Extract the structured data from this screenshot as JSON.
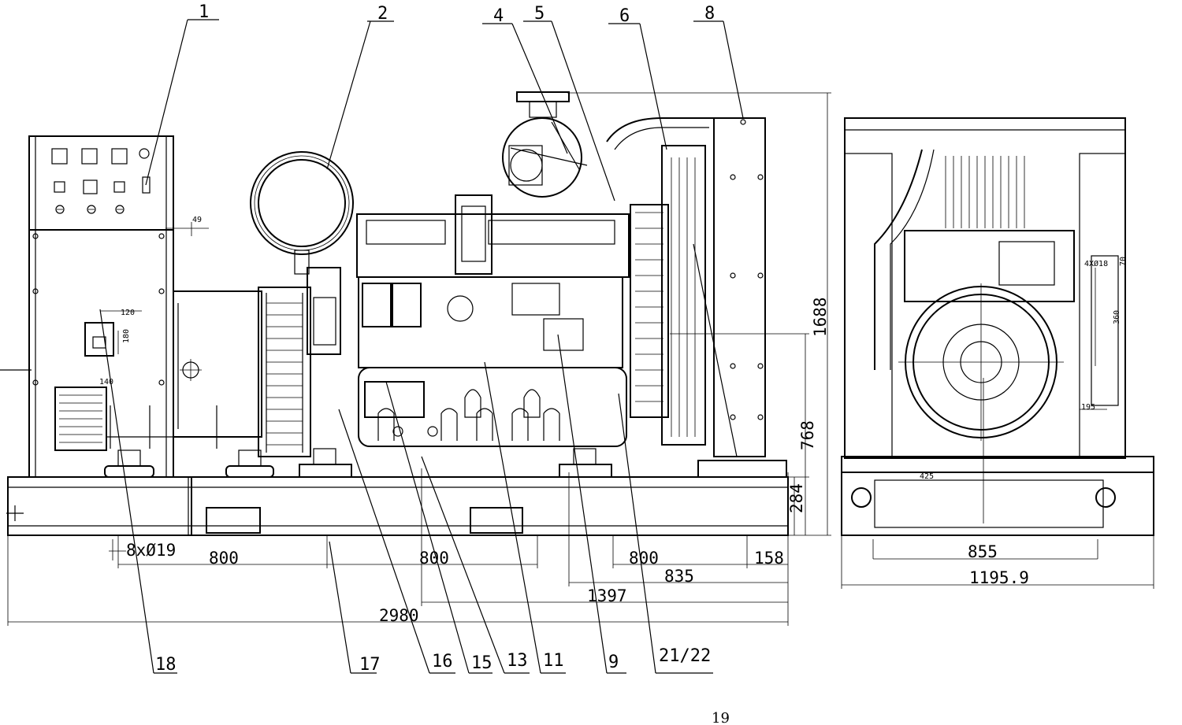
{
  "callouts": {
    "c1": "1",
    "c2": "2",
    "c4": "4",
    "c5": "5",
    "c6": "6",
    "c8": "8",
    "c18": "18",
    "c17": "17",
    "c16": "16",
    "c15": "15",
    "c13": "13",
    "c11": "11",
    "c9": "9",
    "c21_22": "21/22"
  },
  "dimensions": {
    "d49": "49",
    "d120": "120",
    "d180": "180",
    "d140": "140",
    "d8x19": "8xØ19",
    "d800a": "800",
    "d800b": "800",
    "d800c": "800",
    "d158": "158",
    "d835": "835",
    "d1397": "1397",
    "d2980": "2980",
    "d1688": "1688",
    "d768": "768",
    "d284": "284",
    "d855": "855",
    "d1195": "1195.9",
    "d425": "425",
    "d4x18": "4XØ18",
    "d360": "360",
    "d70": "70",
    "d195": "195"
  },
  "page_number": "19"
}
